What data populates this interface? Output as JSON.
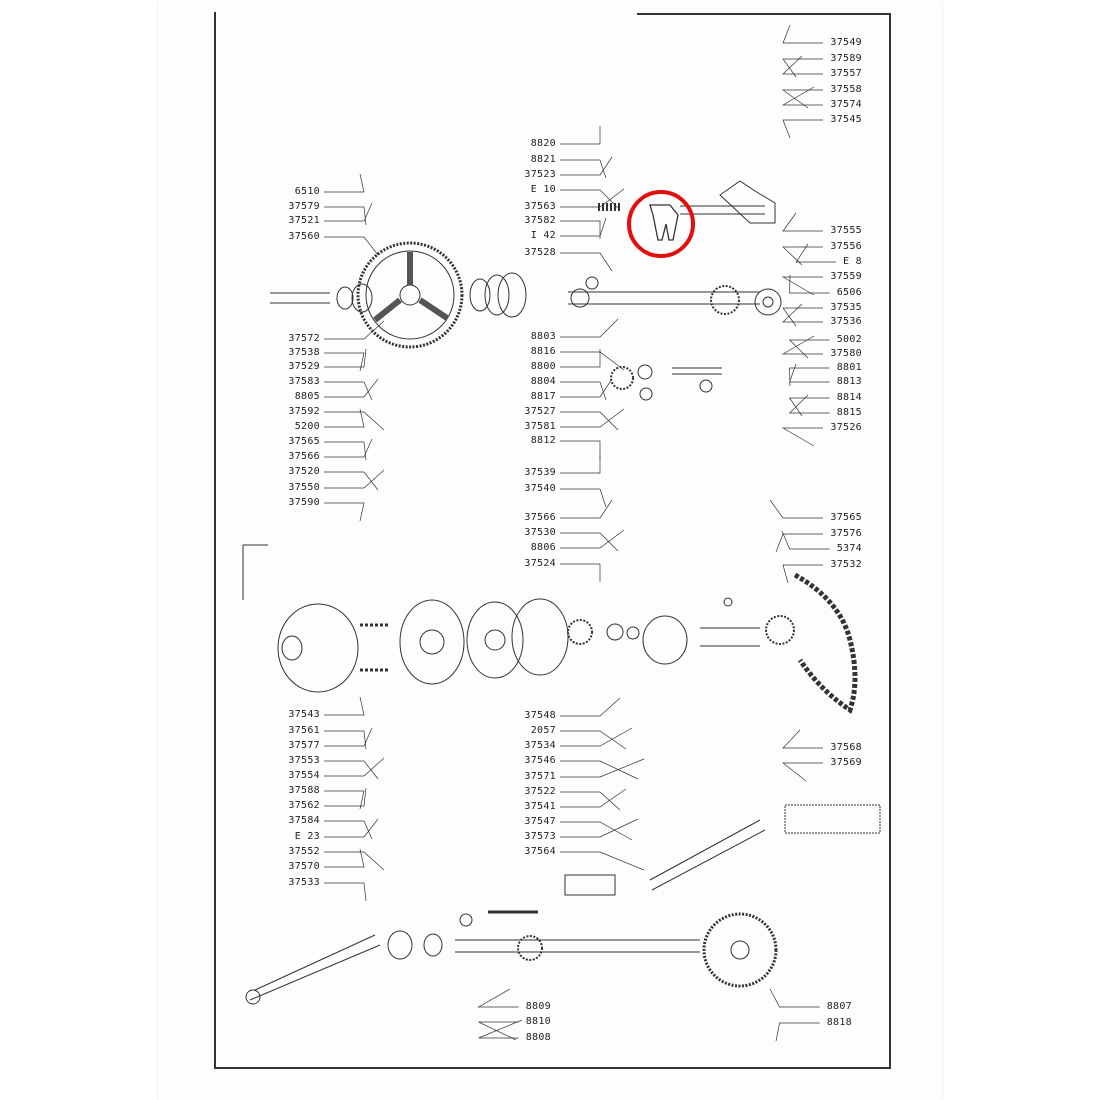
{
  "diagram": {
    "type": "exploded parts diagram",
    "highlight_color": "#e01010",
    "highlighted_part": "8820"
  },
  "callouts": {
    "top_right": [
      "37549",
      "37589",
      "37557",
      "37558",
      "37574",
      "37545",
      "37555",
      "37556",
      "E 8",
      "37559",
      "6506",
      "37535",
      "37536",
      "5002",
      "37580",
      "8801",
      "8813",
      "8814",
      "8815",
      "37526"
    ],
    "top_middle": [
      "8820",
      "8821",
      "37523",
      "E 10",
      "37563",
      "37582",
      "I 42",
      "37528",
      "8803",
      "8816",
      "8800",
      "8804",
      "8817",
      "37527",
      "37581",
      "8812"
    ],
    "top_left": [
      "6510",
      "37579",
      "37521",
      "37560",
      "37572",
      "37538",
      "37529",
      "37583",
      "8805",
      "37592",
      "5200",
      "37565",
      "37566",
      "37520",
      "37550",
      "37590"
    ],
    "mid_middle": [
      "37539",
      "37540",
      "37566",
      "37530",
      "8806",
      "37524"
    ],
    "mid_right": [
      "37565",
      "37576",
      "5374",
      "37532"
    ],
    "low_left": [
      "37543",
      "37561",
      "37577",
      "37553",
      "37554",
      "37588",
      "37562",
      "37584",
      "E 23",
      "37552",
      "37570",
      "37533"
    ],
    "low_middle": [
      "37548",
      "2057",
      "37534",
      "37546",
      "37571",
      "37522",
      "37541",
      "37547",
      "37573",
      "37564"
    ],
    "low_right": [
      "37568",
      "37569"
    ],
    "bottom_middle": [
      "8809",
      "8810",
      "8808"
    ],
    "bottom_right": [
      "8807",
      "8818"
    ]
  }
}
